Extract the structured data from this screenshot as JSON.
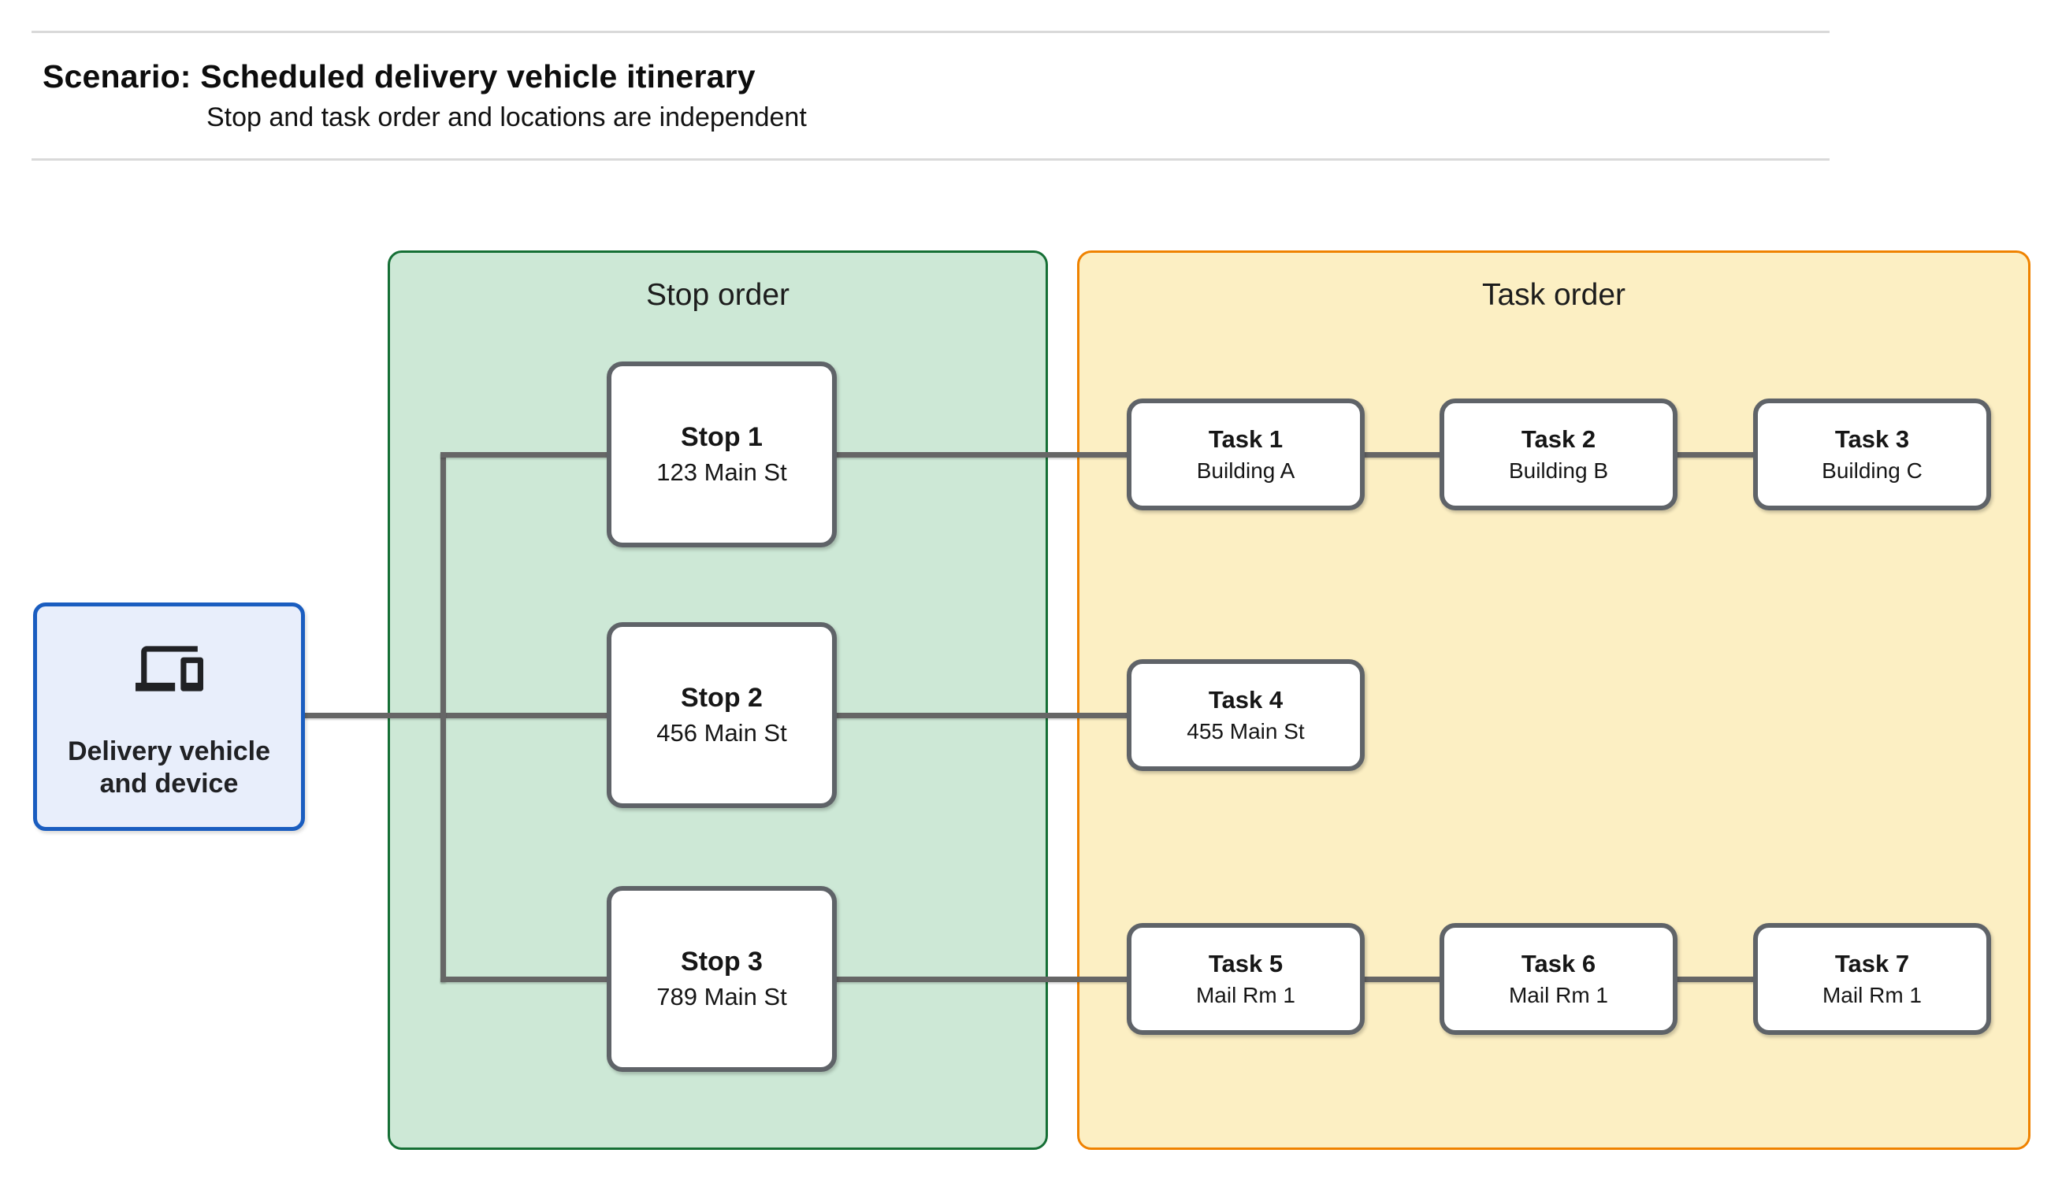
{
  "header": {
    "title": "Scenario: Scheduled delivery vehicle itinerary",
    "subtitle": "Stop and task order and locations are independent"
  },
  "vehicle_node": {
    "label": "Delivery vehicle and device",
    "icon": "devices-icon"
  },
  "stop_panel": {
    "title": "Stop order"
  },
  "task_panel": {
    "title": "Task order"
  },
  "stops": [
    {
      "title": "Stop 1",
      "subtitle": "123 Main St"
    },
    {
      "title": "Stop 2",
      "subtitle": "456 Main St"
    },
    {
      "title": "Stop 3",
      "subtitle": "789 Main St"
    }
  ],
  "tasks": [
    {
      "title": "Task 1",
      "subtitle": "Building A"
    },
    {
      "title": "Task 2",
      "subtitle": "Building B"
    },
    {
      "title": "Task 3",
      "subtitle": "Building C"
    },
    {
      "title": "Task 4",
      "subtitle": "455 Main St"
    },
    {
      "title": "Task 5",
      "subtitle": "Mail Rm 1"
    },
    {
      "title": "Task 6",
      "subtitle": "Mail Rm 1"
    },
    {
      "title": "Task 7",
      "subtitle": "Mail Rm 1"
    }
  ],
  "colors": {
    "stop_panel_fill": "#cde8d6",
    "stop_panel_border": "#156f35",
    "task_panel_fill": "#fcefc3",
    "task_panel_border": "#ef8200",
    "vehicle_fill": "#e8eefb",
    "vehicle_border": "#1a5dc0",
    "node_border": "#5f6368",
    "connector": "#666666",
    "header_rule": "#d9d9d9"
  }
}
